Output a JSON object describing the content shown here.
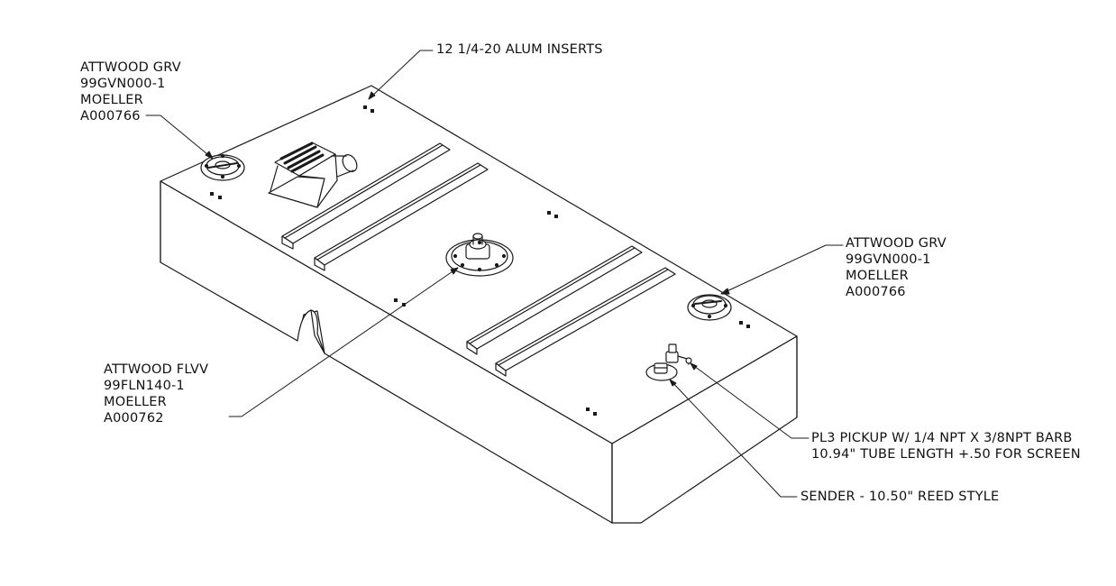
{
  "callouts": {
    "inserts": {
      "lines": [
        "12 1/4-20 ALUM INSERTS"
      ]
    },
    "grv_left": {
      "lines": [
        "ATTWOOD GRV",
        "99GVN000-1",
        "MOELLER",
        "A000766"
      ]
    },
    "grv_right": {
      "lines": [
        "ATTWOOD GRV",
        "99GVN000-1",
        "MOELLER",
        "A000766"
      ]
    },
    "flvv": {
      "lines": [
        "ATTWOOD FLVV",
        "99FLN140-1",
        "MOELLER",
        "A000762"
      ]
    },
    "pickup": {
      "lines": [
        "PL3 PICKUP W/ 1/4 NPT X  3/8NPT BARB",
        "10.94\" TUBE LENGTH +.50 FOR SCREEN"
      ]
    },
    "sender": {
      "lines": [
        "SENDER - 10.50\" REED STYLE"
      ]
    }
  },
  "colors": {
    "line": "#1a1a1a",
    "background": "#ffffff"
  }
}
